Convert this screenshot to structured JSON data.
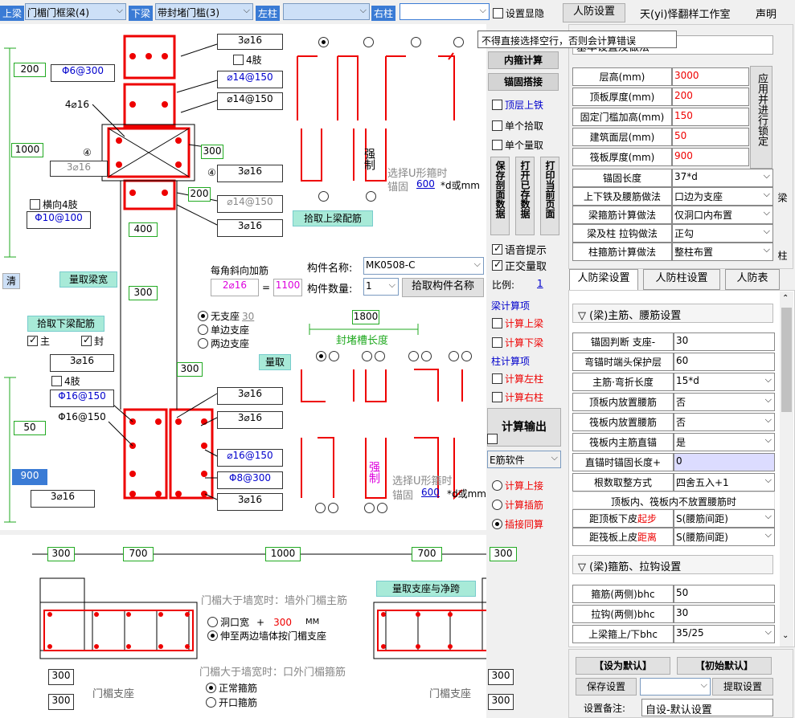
{
  "topbar": {
    "upper_beam_label": "上梁",
    "upper_beam_value": "门楣门框梁(4)",
    "lower_beam_label": "下梁",
    "lower_beam_value": "带封堵门槛(3)",
    "left_col_label": "左柱",
    "left_col_value": "",
    "right_col_label": "右柱",
    "right_col_value": "",
    "show_hide_label": "设置显隐",
    "civil_defense_settings": "人防设置",
    "studio_link": "天(yi)怿翻样工作室",
    "disclaimer": "声明"
  },
  "tooltip": "不得直接选择空行，否则会计算错误",
  "left_panel": {
    "top_section": {
      "r1": "3⌀16",
      "four_legs_label": "4肢",
      "dim_200": "200",
      "stirrup1": "Φ6@300",
      "bar_14_150_a": "⌀14@150",
      "bar_14_150_b": "⌀14@150",
      "bar_4_16": "4⌀16",
      "dim_1000": "1000",
      "mark4a": "④",
      "bar_3_16_a": "3⌀16",
      "dim_300": "300",
      "mark4b": "④",
      "bar_3_16_b": "3⌀16",
      "dim_200b": "200",
      "bar_14_150_c": "⌀14@150",
      "horiz_4leg_label": "横向4肢",
      "stirrup2": "Φ10@100",
      "bar_3_16_c": "3⌀16",
      "dim_400": "400"
    },
    "clear_btn": "清",
    "pick_beam_width": "量取梁宽",
    "dim_300_mid": "300",
    "corner_diag": {
      "title": "每角斜向加筋",
      "bar": "2⌀16",
      "eq": "=",
      "len": "1100"
    },
    "component": {
      "name_label": "构件名称:",
      "name_value": "MK0508-C",
      "count_label": "构件数量:",
      "count_value": "1",
      "pick_name_btn": "拾取构件名称"
    },
    "pick_lower_btn": "拾取下梁配筋",
    "main_cb": "主",
    "seal_cb": "封",
    "support": {
      "none": "无支座",
      "none_val": "30",
      "single": "单边支座",
      "both": "两边支座"
    },
    "dim_300b": "300",
    "measure_btn": "量取",
    "bottom_section": {
      "bar_3_16_a": "3⌀16",
      "four_legs": "4肢",
      "bar_16_150_a": "Φ16@150",
      "bar_3_16_b": "3⌀16",
      "bar_16_150_b": "Φ16@150",
      "bar_3_16_c": "3⌀16",
      "dim_50": "50",
      "bar_16_150_c": "⌀16@150",
      "bar_8_300": "Φ8@300",
      "dim_900": "900",
      "bar_3_16_d": "3⌀16",
      "bar_3_16_e": "3⌀16"
    },
    "pick_upper_btn": "拾取上梁配筋",
    "upper_stirrup": {
      "force": "强制",
      "choose": "选择U形箍时",
      "anchor_label": "锚固",
      "anchor_val": "600",
      "unit": "*d或mm"
    },
    "seal_len": {
      "val": "1800",
      "label": "封堵槽长度"
    },
    "lower_stirrup": {
      "force": "强制",
      "choose": "选择U形箍时",
      "anchor_label": "锚固",
      "anchor_val": "600",
      "unit": "*d或mm"
    },
    "plan": {
      "d300a": "300",
      "d700a": "700",
      "d1000": "1000",
      "d700b": "700",
      "d300b": "300",
      "note1": "门楣大于墙宽时：墙外门楣主筋",
      "measure_span_btn": "量取支座与净跨",
      "opt1": "洞口宽",
      "opt1_plus": "+",
      "opt1_val": "300",
      "opt1_unit": "MM",
      "opt2": "伸至两边墙体按门楣支座",
      "note2": "门楣大于墙宽时：口外门楣箍筋",
      "opt3": "正常箍筋",
      "opt4": "开口箍筋",
      "d300c": "300",
      "d300d": "300",
      "d300e": "300",
      "d300f": "300",
      "left_support": "门楣支座",
      "right_support": "门楣支座"
    }
  },
  "middle_col": {
    "inner_stirrup": "内箍计算",
    "anchor_lap": "锚固搭接",
    "top_iron": "顶层上铁",
    "single_pick": "单个拾取",
    "single_measure": "单个量取",
    "save_section": "保存剖面数据",
    "open_saved": "打开已存数据",
    "print_page": "打印当前页面",
    "voice": "语音提示",
    "ortho": "正交量取",
    "scale_label": "比例:",
    "scale_val": "1",
    "beam_calc": "梁计算项",
    "calc_upper": "计算上梁",
    "calc_lower": "计算下梁",
    "col_calc": "柱计算项",
    "calc_left": "计算左柱",
    "calc_right": "计算右柱",
    "calc_output": "计算输出",
    "soft_sel": "E筋软件",
    "opt_up": "计算上接",
    "opt_insert": "计算插筋",
    "opt_same": "插接同算"
  },
  "right_panel": {
    "header": "基本设置及做法",
    "rows": [
      {
        "k": "层高(mm)",
        "v": "3000"
      },
      {
        "k": "顶板厚度(mm)",
        "v": "200"
      },
      {
        "k": "固定门槛加高(mm)",
        "v": "150"
      },
      {
        "k": "建筑面层(mm)",
        "v": "50"
      },
      {
        "k": "筏板厚度(mm)",
        "v": "900"
      }
    ],
    "apply_btn": "应用并进行锁定",
    "dd_rows": [
      {
        "k": "锚固长度",
        "v": "37*d"
      },
      {
        "k": "上下铁及腰筋做法",
        "v": "口边为支座"
      },
      {
        "k": "梁箍筋计算做法",
        "v": "仅洞口内布置"
      },
      {
        "k": "梁及柱 拉钩做法",
        "v": "正勾"
      },
      {
        "k": "柱箍筋计算做法",
        "v": "整柱布置"
      }
    ],
    "side_beam": "梁",
    "side_col": "柱",
    "tabs": [
      "人防梁设置",
      "人防柱设置",
      "人防表"
    ],
    "sec1": "▽ (梁)主筋、腰筋设置",
    "s1rows": [
      {
        "k": "锚固判断 支座-",
        "v": "30",
        "dd": false
      },
      {
        "k": "弯锚时端头保护层",
        "v": "60",
        "dd": false
      },
      {
        "k": "主筋·弯折长度",
        "v": "15*d",
        "dd": true
      },
      {
        "k": "顶板内放置腰筋",
        "v": "否",
        "dd": true
      },
      {
        "k": "筏板内放置腰筋",
        "v": "否",
        "dd": true
      },
      {
        "k": "筏板内主筋直锚",
        "v": "是",
        "dd": true
      },
      {
        "k": "直锚时锚固长度+",
        "v": "0",
        "dd": false
      },
      {
        "k": "根数取整方式",
        "v": "四舍五入+1",
        "dd": true
      }
    ],
    "note": "顶板内、筏板内不放置腰筋时",
    "dist_top_k": "距顶板下皮",
    "dist_top_r": "起步",
    "dist_top_v": "S(腰筋间距)",
    "dist_bot_k": "距筏板上皮",
    "dist_bot_r": "距离",
    "dist_bot_v": "S(腰筋间距)",
    "sec2": "▽ (梁)箍筋、拉钩设置",
    "s2rows": [
      {
        "k": "箍筋(两侧)bhc",
        "v": "50",
        "dd": false
      },
      {
        "k": "拉钩(两侧)bhc",
        "v": "30",
        "dd": false
      },
      {
        "k": "上梁箍上/下bhc",
        "v": "35/25",
        "dd": true
      }
    ],
    "set_default": "【设为默认】",
    "init_default": "【初始默认】",
    "save_settings": "保存设置",
    "load_settings": "提取设置",
    "remark_label": "设置备注:",
    "remark_val": "自设-默认设置"
  }
}
